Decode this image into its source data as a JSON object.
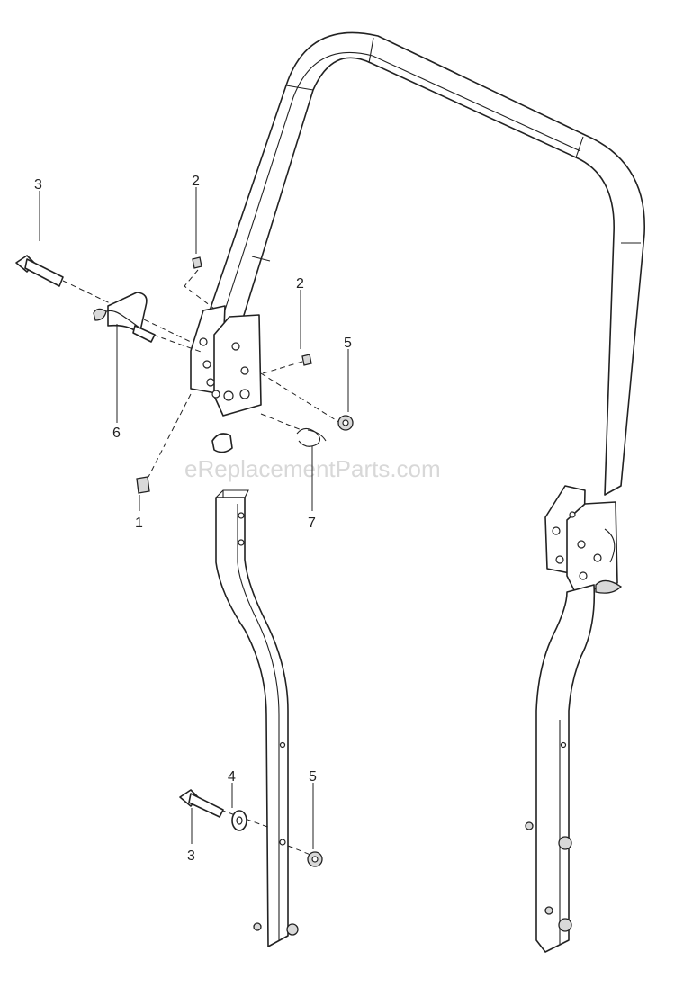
{
  "watermark": "eReplacementParts.com",
  "callouts": {
    "c1": "1",
    "c2a": "2",
    "c2b": "2",
    "c3a": "3",
    "c3b": "3",
    "c4": "4",
    "c5a": "5",
    "c5b": "5",
    "c6": "6",
    "c7": "7"
  }
}
